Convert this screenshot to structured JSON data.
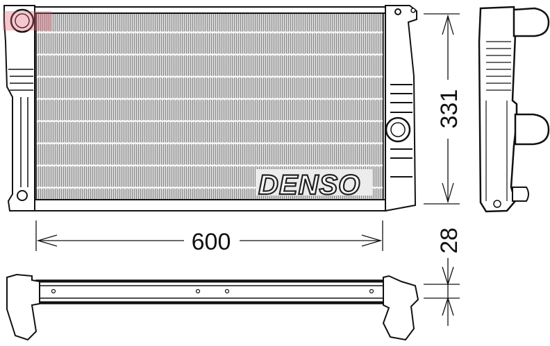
{
  "drawing": {
    "title": "Radiator dimensional drawing",
    "brand_label": "DENSO",
    "dimensions": {
      "width": "600",
      "height": "331",
      "depth": "28"
    },
    "views": [
      "front-view",
      "side-view",
      "top-view"
    ],
    "colors": {
      "line": "#111111",
      "core_fill": "#d9d9d9",
      "core_line": "#8a8a8a",
      "watermark": "#e06070"
    }
  }
}
